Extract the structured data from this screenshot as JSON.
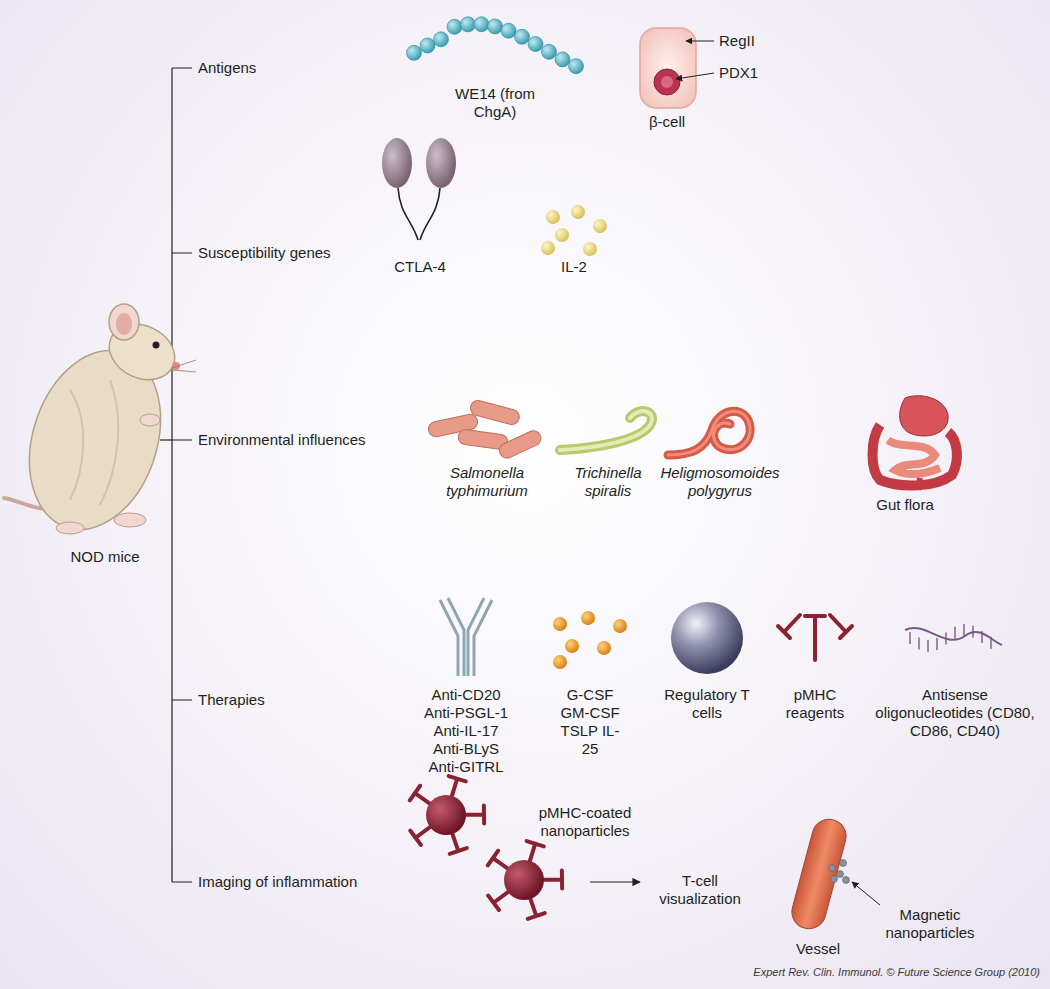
{
  "diagram": {
    "labels": [
      "Antigens",
      "WE14 (from ChgA)",
      "RegII",
      "PDX1",
      "β-cell",
      "Susceptibility genes",
      "CTLA-4",
      "IL-2",
      "Environmental influences",
      "Salmonella typhimurium",
      "Trichinella spiralis",
      "Heligmosomoides polygyrus",
      "Gut flora",
      "Therapies",
      "Anti-CD20 Anti-PSGL-1 Anti-IL-17 Anti-BLyS Anti-GITRL",
      "G-CSF GM-CSF TSLP IL-25",
      "Regulatory T cells",
      "pMHC reagents",
      "Antisense oligonucleotides (CD80, CD86, CD40)",
      "Imaging of inflammation",
      "pMHC-coated nanoparticles",
      "T-cell visualization",
      "Vessel",
      "Magnetic nanoparticles",
      "NOD mice",
      "Expert Rev. Clin. Immunol. © Future Science Group (2010)"
    ]
  }
}
